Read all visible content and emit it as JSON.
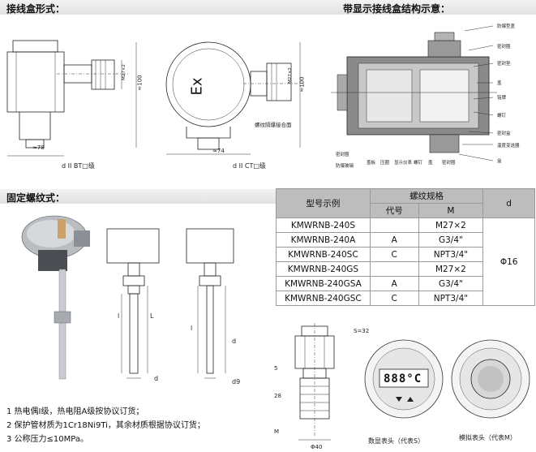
{
  "sections": {
    "terminal_box_form": "接线盒形式：",
    "display_box_structure": "带显示接线盒结构示意：",
    "fixed_thread_form": "固定螺纹式："
  },
  "box_drawings": {
    "bt_caption": "d II BT□级",
    "ct_caption": "d II CT□级",
    "bt_dims": {
      "width": "≈78",
      "height": "≈100",
      "thread": "M27×2"
    },
    "ct_dims": {
      "width": "≈74",
      "height": "≈100",
      "thread": "M27×2",
      "ex_mark": "Ex",
      "thread_note": "螺纹隔爆接合面"
    }
  },
  "structure_labels": {
    "right": [
      "防爆型盖",
      "密封圈",
      "密封垫",
      "盖",
      "铭牌",
      "螺钉",
      "密封盒",
      "温度变送器",
      "盒"
    ],
    "bottom": [
      "密封圈",
      "防爆玻璃",
      "盖板",
      "压圈",
      "显示仪表",
      "螺钉",
      "盖",
      "密封圈"
    ]
  },
  "spec_table": {
    "header": {
      "model": "型号示例",
      "thread_spec": "螺纹规格",
      "code": "代号",
      "m": "M",
      "d": "d"
    },
    "rows": [
      {
        "model": "KMWRNB-240S",
        "code": "",
        "m": "M27×2"
      },
      {
        "model": "KMWRNB-240A",
        "code": "A",
        "m": "G3/4\""
      },
      {
        "model": "KMWRNB-240SC",
        "code": "C",
        "m": "NPT3/4\""
      },
      {
        "model": "KMWRNB-240GS",
        "code": "",
        "m": "M27×2"
      },
      {
        "model": "KMWRNB-240GSA",
        "code": "A",
        "m": "G3/4\""
      },
      {
        "model": "KMWRNB-240GSC",
        "code": "C",
        "m": "NPT3/4\""
      }
    ],
    "d_value": "Φ16"
  },
  "thread_drawings": {
    "l_label": "l",
    "L_label": "L",
    "d_label": "d",
    "d9_label": "d9"
  },
  "fitting_drawing": {
    "wrench": "S=32",
    "h1": "5",
    "h2": "28",
    "dia": "Φ40",
    "m": "M"
  },
  "displays": {
    "digital_reading": "888°C",
    "digital_caption": "数显表头（代表S）",
    "analog_caption": "模拟表头（代表M）"
  },
  "notes": [
    "1 热电偶Ⅰ级，热电阻A级按协议订货；",
    "2 保护管材质为1Cr18Ni9Ti，其余材质根据协议订货；",
    "3 公称压力≤10MPa。"
  ]
}
